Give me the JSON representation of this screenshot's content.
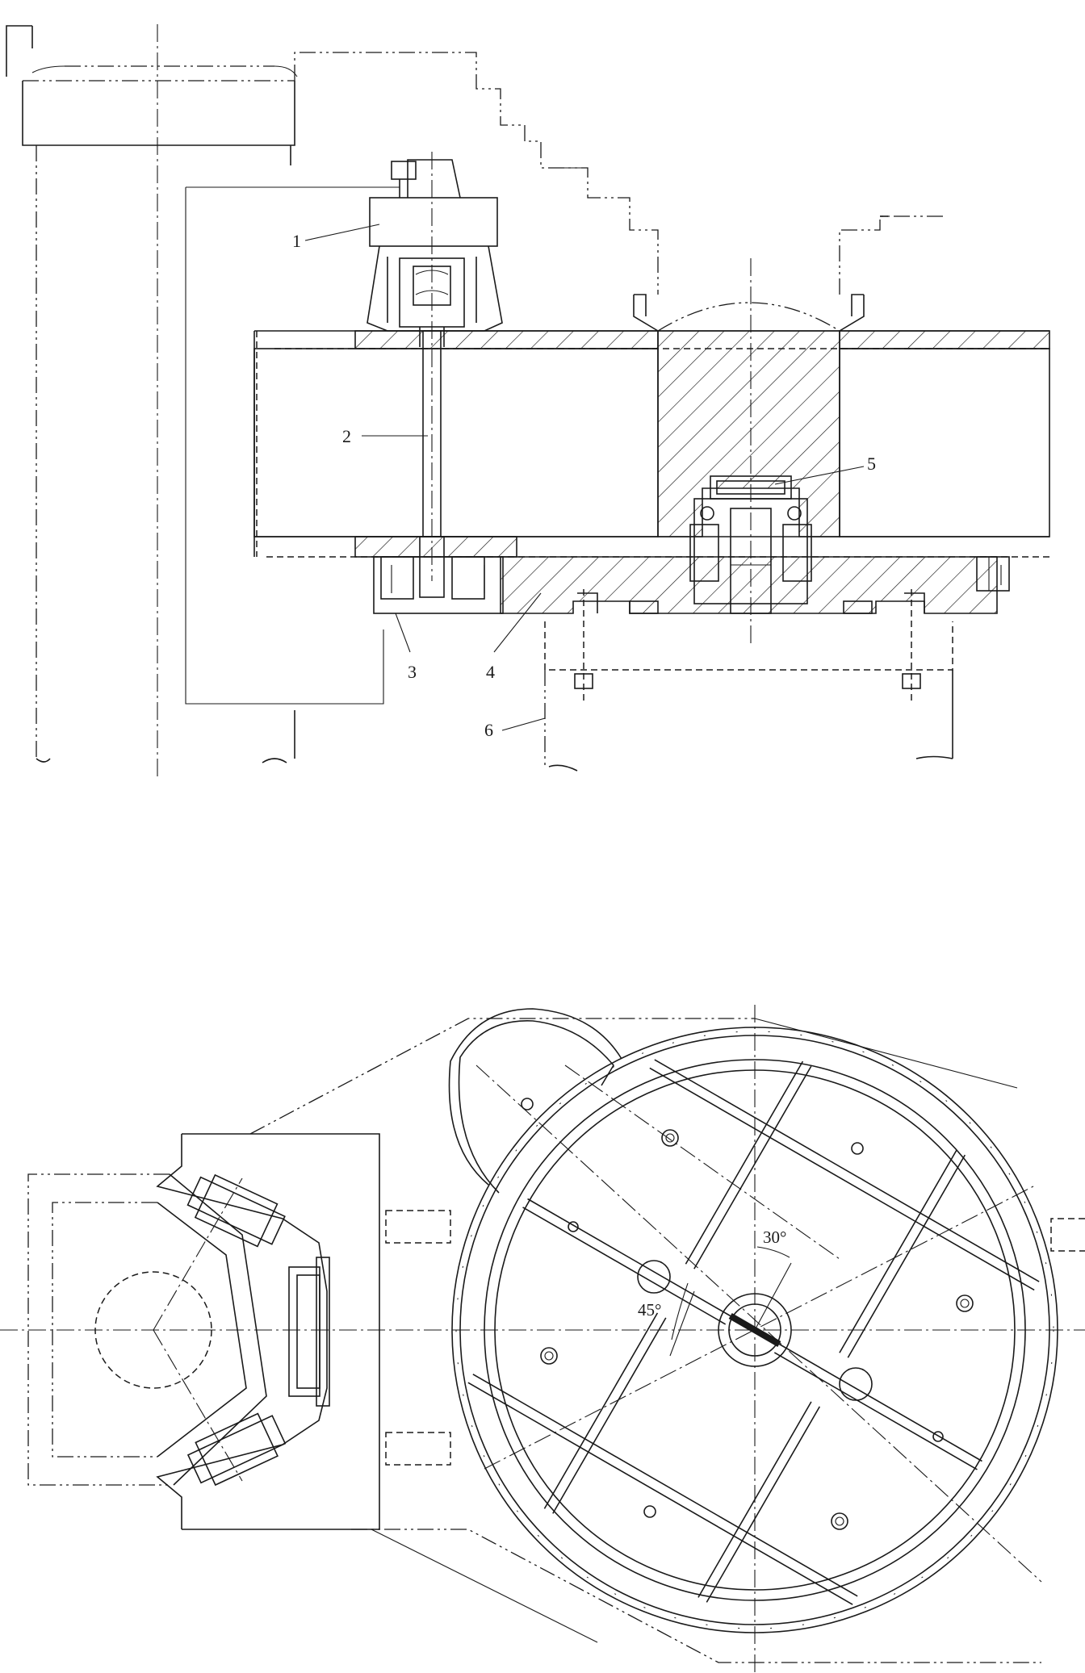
{
  "upper_view": {
    "callouts": [
      {
        "id": "1",
        "text": "1"
      },
      {
        "id": "2",
        "text": "2"
      },
      {
        "id": "3",
        "text": "3"
      },
      {
        "id": "4",
        "text": "4"
      },
      {
        "id": "5",
        "text": "5"
      },
      {
        "id": "6",
        "text": "6"
      }
    ]
  },
  "lower_view": {
    "angles": [
      {
        "id": "30",
        "text": "30°"
      },
      {
        "id": "45",
        "text": "45°"
      }
    ]
  }
}
